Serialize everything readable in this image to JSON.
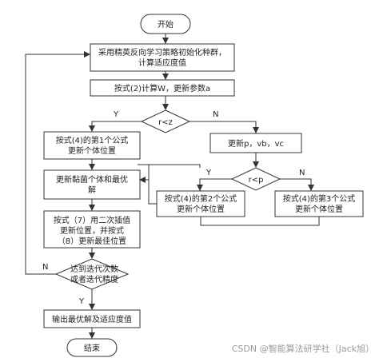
{
  "nodes": {
    "start": "开始",
    "init_line1": "采用精英反向学习策略初始化种群，",
    "init_line2": "计算适应度值",
    "compute_w": "按式(2)计算W，更新参数a",
    "cond_r": "r<z",
    "update_pvbvc": "更新p，vb，vc",
    "cond_p": "r<p",
    "eq4_first_line1": "按式(4)的第1个公式",
    "eq4_first_line2": "更新个体位置",
    "eq4_second_line1": "按式(4)的第2个公式",
    "eq4_second_line2": "更新个体位置",
    "eq4_third_line1": "按式(4)的第3个公式",
    "eq4_third_line2": "更新个体位置",
    "update_best_line1": "更新黏菌个体和最优",
    "update_best_line2": "解",
    "interp_line1": "按式（7）用二次插值",
    "interp_line2": "更新位置，并按式",
    "interp_line3": "（8）更新最佳位置",
    "cond_iter_line1": "达到迭代次数",
    "cond_iter_line2": "或者迭代精度",
    "output": "输出最优解及适应度值",
    "end": "结束"
  },
  "edge_labels": {
    "r_yes": "Y",
    "r_no": "N",
    "p_yes": "Y",
    "p_no": "N",
    "iter_no": "N",
    "iter_yes": "Y"
  },
  "watermark": "CSDN @智能算法研学社（Jack旭）",
  "colors": {
    "stroke": "#333333",
    "text": "#222222",
    "watermark": "#9a9a9a",
    "background": "#ffffff"
  }
}
